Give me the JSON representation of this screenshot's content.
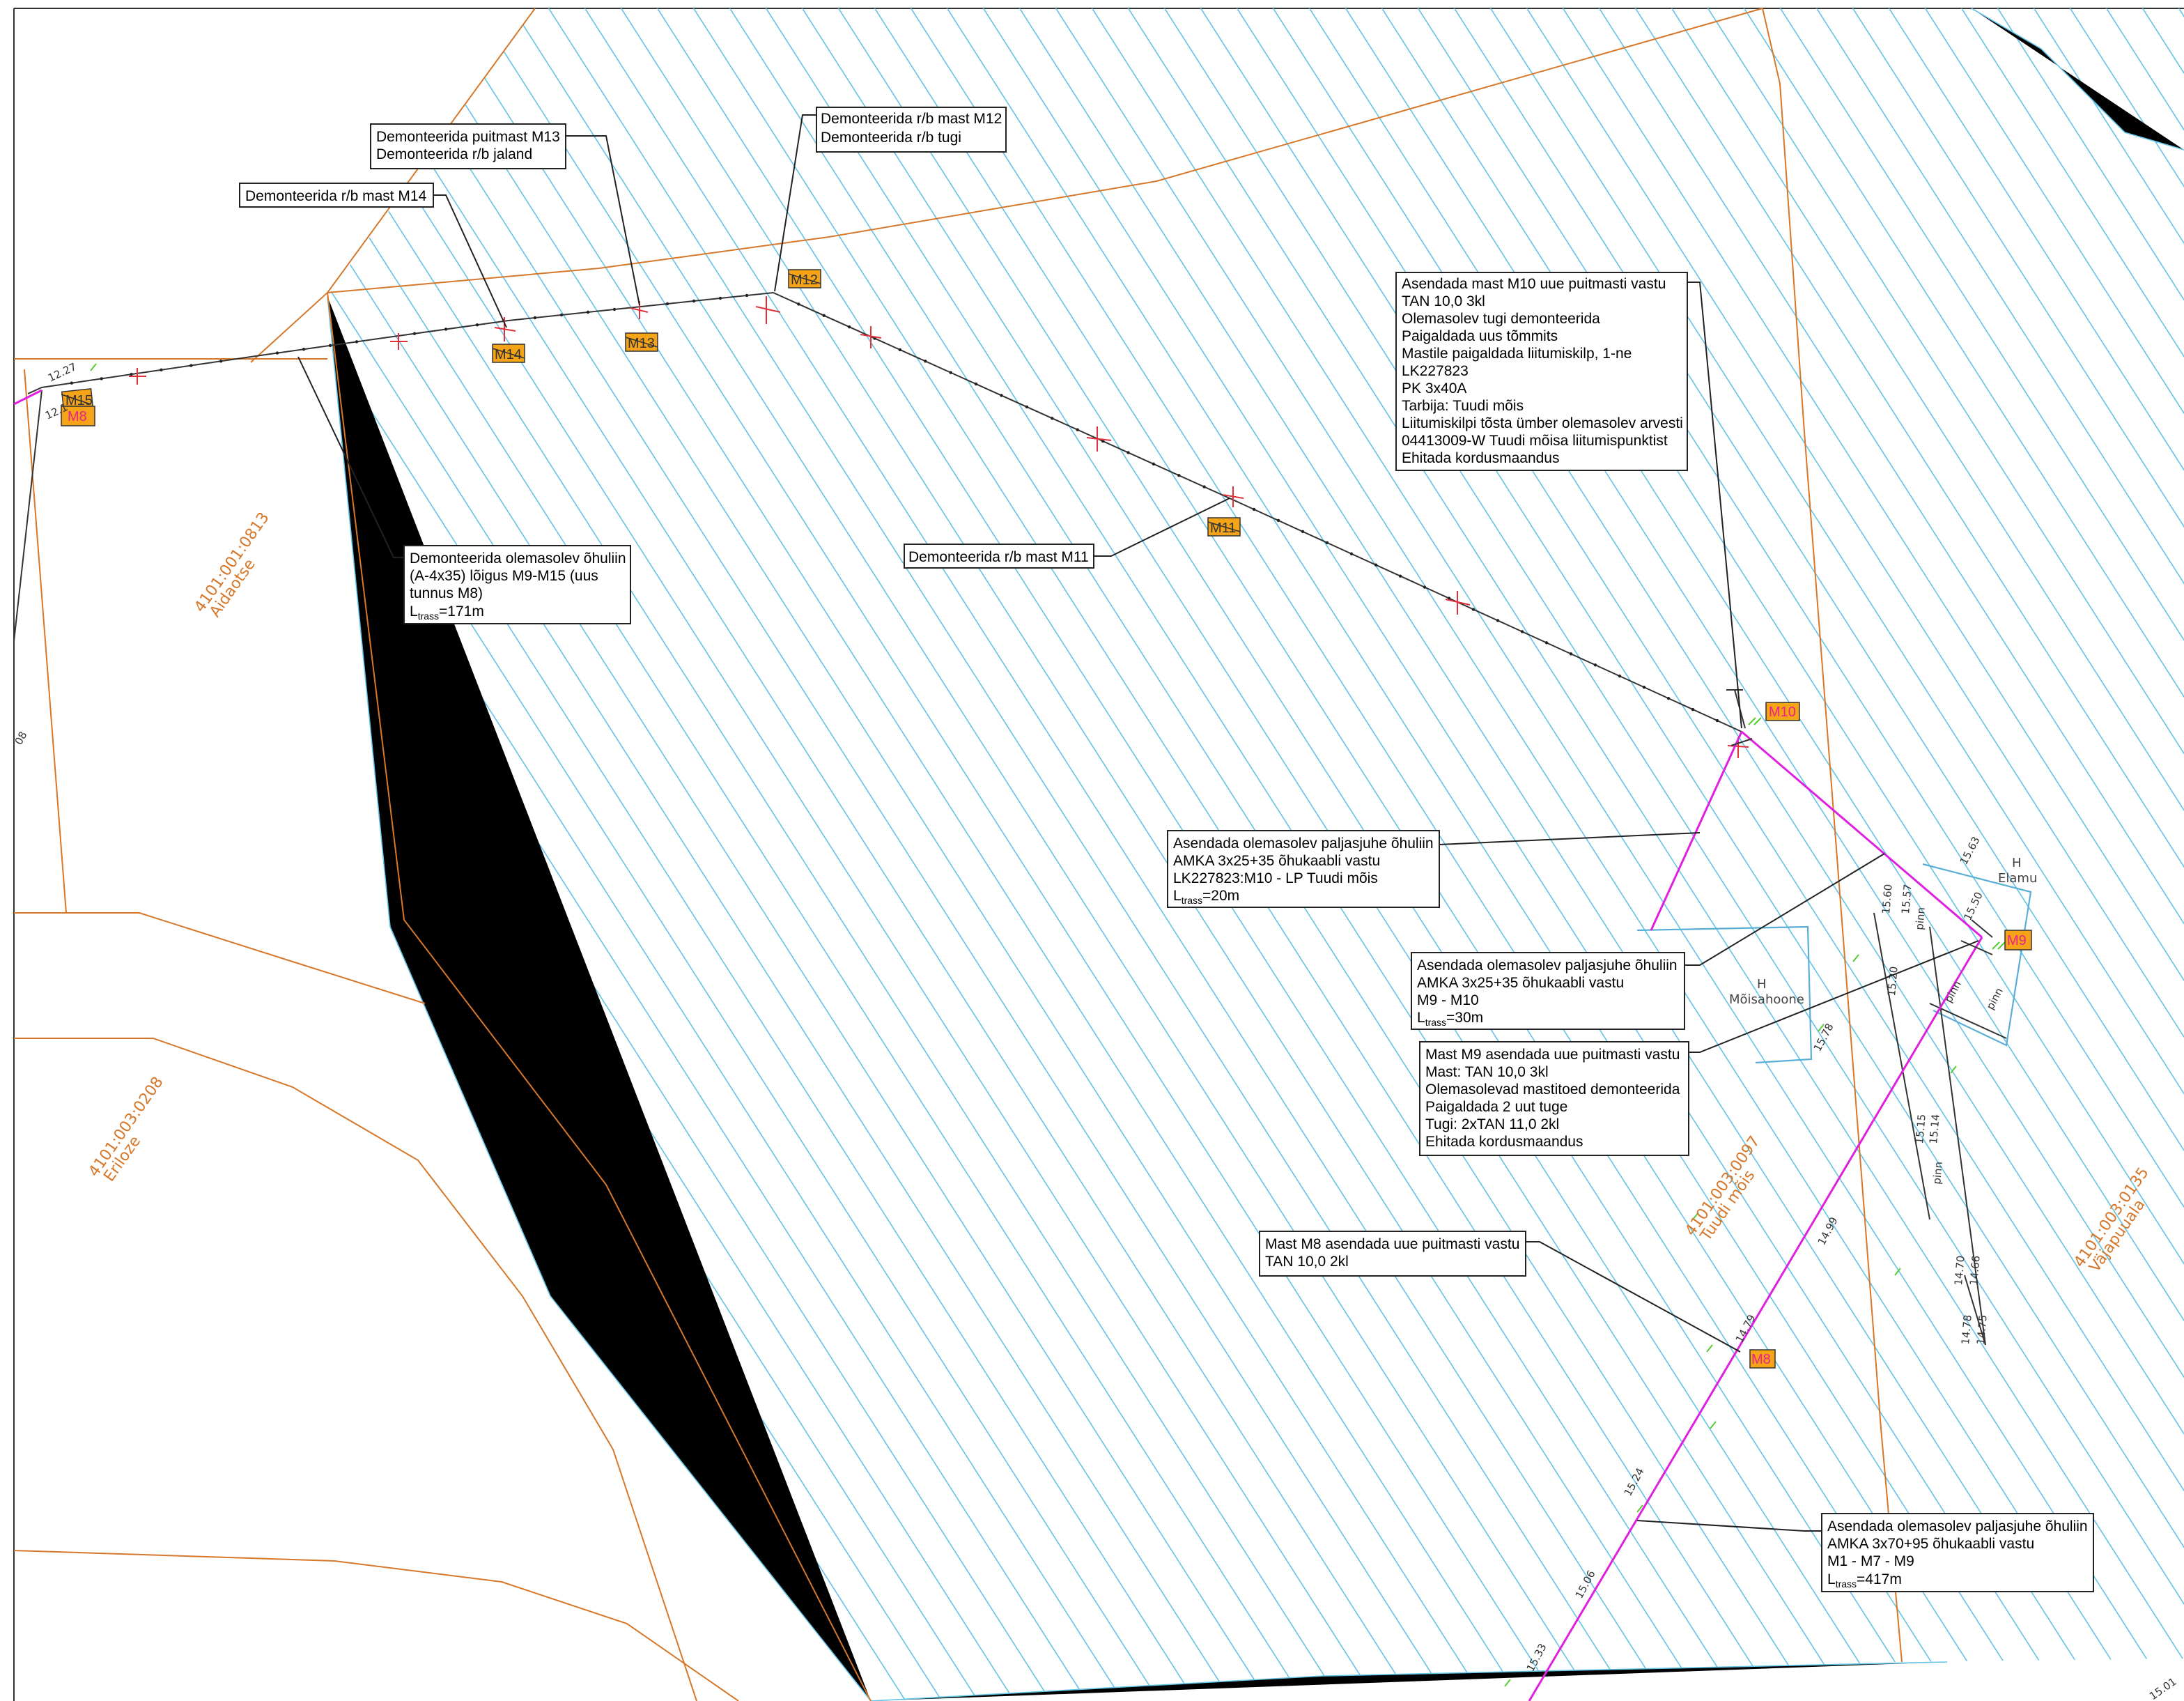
{
  "colors": {
    "parcel": "#d6772a",
    "hatch": "#62c4e6",
    "new_cable": "#e020e0",
    "mast_box": "#f5a317",
    "mast_text": "#e8228a",
    "demolish_mark": "#e0303a"
  },
  "callouts": [
    {
      "id": "m13",
      "lines": [
        "Demonteerida puitmast M13",
        "Demonteerida r/b  jaland"
      ]
    },
    {
      "id": "m14",
      "lines": [
        "Demonteerida r/b mast M14"
      ]
    },
    {
      "id": "m12",
      "lines": [
        "Demonteerida r/b mast M12",
        "Demonteerida r/b tugi"
      ]
    },
    {
      "id": "m11",
      "lines": [
        "Demonteerida r/b mast M11"
      ]
    },
    {
      "id": "ohuliin-m9-m15",
      "lines": [
        "Demonteerida olemasolev õhuliin",
        "(A-4x35) lõigus M9-M15 (uus",
        "tunnus M8)"
      ],
      "ltrass": "171m"
    },
    {
      "id": "m10",
      "lines": [
        "Asendada mast M10 uue puitmasti vastu",
        "TAN 10,0 3kl",
        "Olemasolev tugi demonteerida",
        "Paigaldada uus tõmmits",
        "Mastile paigaldada liitumiskilp, 1-ne",
        "LK227823",
        "PK 3x40A",
        "Tarbija: Tuudi mõis",
        "Liitumiskilpi tõsta ümber olemasolev arvesti",
        "04413009-W Tuudi mõisa liitumispunktist",
        "Ehitada kordusmaandus"
      ]
    },
    {
      "id": "lk-m10",
      "lines": [
        "Asendada olemasolev paljasjuhe õhuliin",
        "AMKA 3x25+35 õhukaabli vastu",
        "LK227823:M10 - LP Tuudi mõis"
      ],
      "ltrass": "20m"
    },
    {
      "id": "m9-m10",
      "lines": [
        "Asendada olemasolev paljasjuhe õhuliin",
        "AMKA 3x25+35 õhukaabli vastu",
        "M9 - M10"
      ],
      "ltrass": "30m"
    },
    {
      "id": "m9",
      "lines": [
        "Mast M9 asendada uue puitmasti vastu",
        "Mast: TAN 10,0 3kl",
        "Olemasolevad mastitoed demonteerida",
        "Paigaldada 2 uut tuge",
        "Tugi: 2xTAN 11,0 2kl",
        "Ehitada kordusmaandus"
      ]
    },
    {
      "id": "m8",
      "lines": [
        "Mast M8 asendada uue puitmasti vastu",
        "TAN 10,0 2kl"
      ]
    },
    {
      "id": "m1-m7-m9",
      "lines": [
        "Asendada olemasolev paljasjuhe õhuliin",
        "AMKA 3x70+95 õhukaabli vastu",
        "M1 - M7 - M9"
      ],
      "ltrass": "417m"
    }
  ],
  "ltrass_prefix": "L",
  "ltrass_sub": "trass",
  "ltrass_eq": "=",
  "masts": [
    {
      "id": "M15",
      "label": "M15",
      "removed": true
    },
    {
      "id": "M8a",
      "label": "M8",
      "removed": false
    },
    {
      "id": "M14",
      "label": "M14",
      "removed": true
    },
    {
      "id": "M13",
      "label": "M13",
      "removed": true
    },
    {
      "id": "M12",
      "label": "M12",
      "removed": true
    },
    {
      "id": "M11",
      "label": "M11",
      "removed": true
    },
    {
      "id": "M10",
      "label": "M10",
      "removed": false
    },
    {
      "id": "M9",
      "label": "M9",
      "removed": false
    },
    {
      "id": "M8b",
      "label": "M8",
      "removed": false
    }
  ],
  "parcels": [
    {
      "id": "aidaotse",
      "code": "4101:001:0813",
      "name": "Aidaotse"
    },
    {
      "id": "eriloze",
      "code": "4101:003:0208",
      "name": "Eriloze"
    },
    {
      "id": "tuudi",
      "code": "4101:003:0097",
      "name": "Tuudi mõis"
    },
    {
      "id": "vajapuuala",
      "code": "4101:003:0135",
      "name": "Väjapuuala"
    }
  ],
  "buildings": [
    {
      "id": "moisahoone",
      "letter": "H",
      "name": "Mõisahoone"
    },
    {
      "id": "elamu",
      "letter": "H",
      "name": "Elamu"
    }
  ],
  "elevations": [
    "12.27",
    "12.1",
    "15.63",
    "15.60",
    "15.57",
    "15.50",
    "15.20",
    "15.14",
    "15.15",
    "15.78",
    "14.99",
    "14.79",
    "14.70",
    "14.66",
    "14.78",
    "14.75",
    "15.24",
    "15.06",
    "15.33",
    "15.01",
    "08"
  ],
  "surface_labels": [
    "pinn",
    "pinn",
    "pinn",
    "pinn"
  ]
}
